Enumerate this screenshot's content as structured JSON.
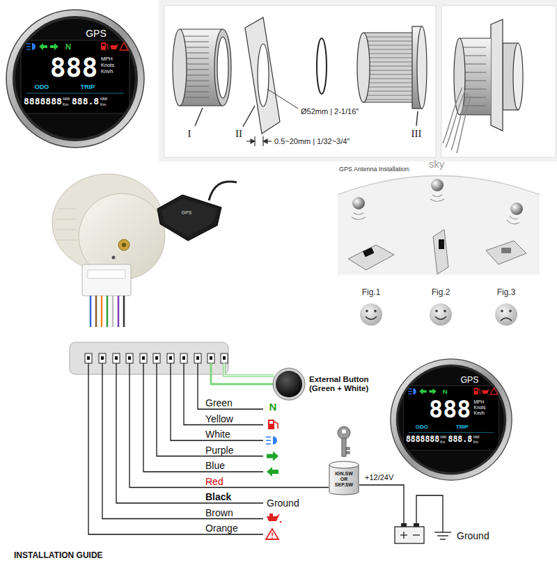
{
  "diagram": {
    "nodes": [
      {
        "text": [
          "GPS",
          "N",
          "888",
          "MPH",
          "Knots",
          "Km/h",
          "ODO",
          "TRIP",
          "8888888",
          "NMI",
          "Km",
          "888.8",
          "NMI",
          "Km"
        ]
      },
      {
        "text": [
          "External Button (Green + White)"
        ]
      },
      {
        "text": [
          "GPS",
          "N",
          "888",
          "MPH",
          "Knots",
          "Km/h",
          "ODO",
          "TRIP",
          "8888888",
          "NMI",
          "Km",
          "888.8",
          "NMI",
          "Km"
        ]
      },
      {
        "text": [
          "IGN.SW OR SEP.SW"
        ]
      }
    ],
    "labels": [
      "I",
      "II",
      "Ø52mm | 2-1/16″",
      "0.5~20mm | 1/32~3/4″",
      "III",
      "GPS",
      "GPS Antenna Installation:",
      "sky",
      "Fig.1",
      "Fig.2",
      "Fig.3",
      "Green",
      "N",
      "Yellow",
      "White",
      "Purple",
      "Blue",
      "Red",
      "Black",
      "Ground",
      "+12/24V",
      "Brown",
      "Orange",
      "Ground",
      "INSTALLATION GUIDE"
    ]
  }
}
